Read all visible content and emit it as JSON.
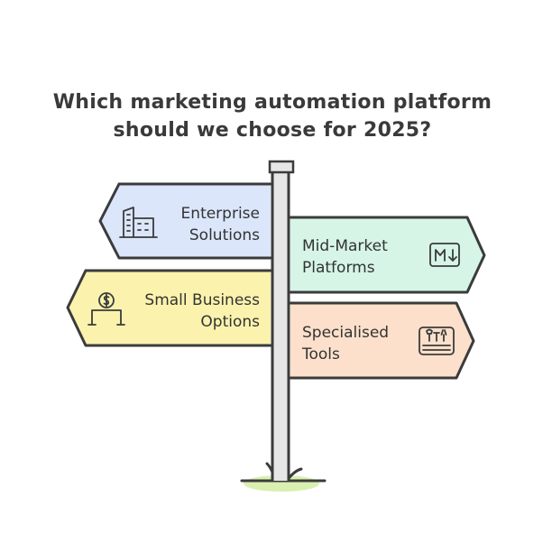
{
  "title": {
    "line1": "Which marketing automation platform",
    "line2": "should we choose for 2025?"
  },
  "signs": {
    "enterprise": {
      "line1": "Enterprise",
      "line2": "Solutions",
      "color": "#dbe6fb",
      "icon": "office-buildings-icon",
      "direction": "left"
    },
    "mid_market": {
      "line1": "Mid-Market",
      "line2": "Platforms",
      "color": "#d6f5e6",
      "icon": "markdown-icon",
      "direction": "right"
    },
    "small_business": {
      "line1": "Small Business",
      "line2": "Options",
      "color": "#fbf3ad",
      "icon": "money-box-icon",
      "direction": "left"
    },
    "specialised": {
      "line1": "Specialised",
      "line2": "Tools",
      "color": "#fce0cb",
      "icon": "toolbox-icon",
      "direction": "right"
    }
  },
  "colors": {
    "outline": "#3b3b3b",
    "pole": "#e6e6e6",
    "grass": "#d9f0b0"
  }
}
